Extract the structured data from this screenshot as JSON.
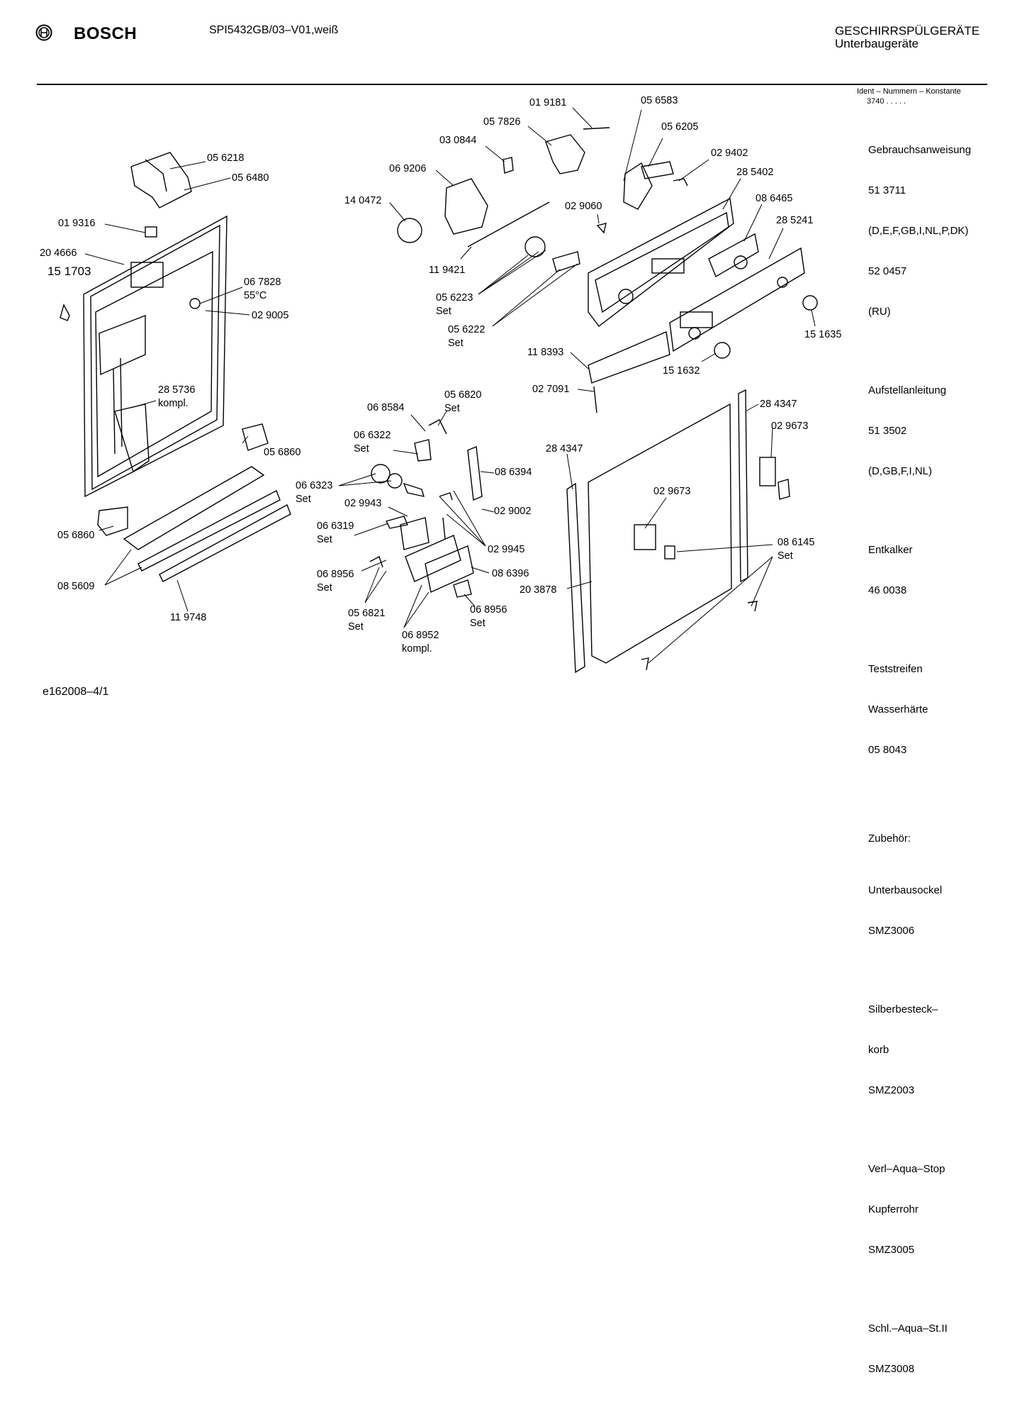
{
  "header": {
    "brand": "BOSCH",
    "model": "SPI5432GB/03–V01,weiß",
    "category_1": "GESCHIRRSPÜLGERÄTE",
    "category_2": "Unterbaugeräte"
  },
  "ident": {
    "title": "Ident – Nummern – Konstante",
    "value": "3740  .  .  .  .  ."
  },
  "sidebar": {
    "groups": [
      {
        "lines": [
          "Gebrauchsanweisung",
          "51 3711",
          "(D,E,F,GB,I,NL,P,DK)",
          "52 0457",
          "(RU)"
        ]
      },
      {
        "lines": [
          "Aufstellanleitung",
          "51 3502",
          "(D,GB,F,I,NL)"
        ]
      },
      {
        "lines": [
          "Entkalker",
          "46 0038"
        ]
      },
      {
        "lines": [
          "Teststreifen",
          "Wasserhärte",
          "05 8043"
        ]
      }
    ],
    "accessories_title": "Zubehör:",
    "accessories": [
      {
        "lines": [
          "Unterbausockel",
          "SMZ3006"
        ]
      },
      {
        "lines": [
          "Silberbesteck–",
          "korb",
          "SMZ2003"
        ]
      },
      {
        "lines": [
          "Verl–Aqua–Stop",
          "Kupferrohr",
          "SMZ3005"
        ]
      },
      {
        "lines": [
          "Schl.–Aqua–St.II",
          "SMZ3008"
        ]
      }
    ]
  },
  "parts": [
    {
      "id": "p01",
      "text": "01 9181"
    },
    {
      "id": "p02",
      "text": "05 6583"
    },
    {
      "id": "p03",
      "text": "05 7826"
    },
    {
      "id": "p04",
      "text": "05 6205"
    },
    {
      "id": "p05",
      "text": "03 0844"
    },
    {
      "id": "p06",
      "text": "02 9402"
    },
    {
      "id": "p07",
      "text": "05 6218"
    },
    {
      "id": "p08",
      "text": "06 9206"
    },
    {
      "id": "p09",
      "text": "28 5402"
    },
    {
      "id": "p10",
      "text": "05 6480"
    },
    {
      "id": "p11",
      "text": "14 0472"
    },
    {
      "id": "p12",
      "text": "08 6465"
    },
    {
      "id": "p13",
      "text": "02 9060"
    },
    {
      "id": "p14",
      "text": "01 9316"
    },
    {
      "id": "p15",
      "text": "28 5241"
    },
    {
      "id": "p16",
      "text": "20 4666"
    },
    {
      "id": "p17",
      "text": "11 9421"
    },
    {
      "id": "p18",
      "text": "15 1703"
    },
    {
      "id": "p19",
      "text": "06 7828\n55°C"
    },
    {
      "id": "p20",
      "text": "05 6223\nSet"
    },
    {
      "id": "p21",
      "text": "02 9005"
    },
    {
      "id": "p22",
      "text": "05 6222\nSet"
    },
    {
      "id": "p23",
      "text": "15 1635"
    },
    {
      "id": "p24",
      "text": "11 8393"
    },
    {
      "id": "p25",
      "text": "15 1632"
    },
    {
      "id": "p26",
      "text": "28 5736\nkompl."
    },
    {
      "id": "p27",
      "text": "02 7091"
    },
    {
      "id": "p28",
      "text": "06 8584"
    },
    {
      "id": "p29",
      "text": "05 6820\nSet"
    },
    {
      "id": "p30",
      "text": "28 4347"
    },
    {
      "id": "p31",
      "text": "06 6322\nSet"
    },
    {
      "id": "p32",
      "text": "02 9673"
    },
    {
      "id": "p33",
      "text": "05 6860"
    },
    {
      "id": "p34",
      "text": "28 4347"
    },
    {
      "id": "p35",
      "text": "06 6323\nSet"
    },
    {
      "id": "p36",
      "text": "08 6394"
    },
    {
      "id": "p37",
      "text": "02 9673"
    },
    {
      "id": "p38",
      "text": "02 9943"
    },
    {
      "id": "p39",
      "text": "02 9002"
    },
    {
      "id": "p40",
      "text": "06 6319\nSet"
    },
    {
      "id": "p41",
      "text": "05 6860"
    },
    {
      "id": "p42",
      "text": "02 9945"
    },
    {
      "id": "p43",
      "text": "08 6145\nSet"
    },
    {
      "id": "p44",
      "text": "08 5609"
    },
    {
      "id": "p45",
      "text": "06 8956\nSet"
    },
    {
      "id": "p46",
      "text": "08 6396"
    },
    {
      "id": "p47",
      "text": "20 3878"
    },
    {
      "id": "p48",
      "text": "05 6821\nSet"
    },
    {
      "id": "p49",
      "text": "06 8956\nSet"
    },
    {
      "id": "p50",
      "text": "11 9748"
    },
    {
      "id": "p51",
      "text": "06 8952\nkompl."
    }
  ],
  "footer": {
    "code": "e162008–4/1"
  }
}
